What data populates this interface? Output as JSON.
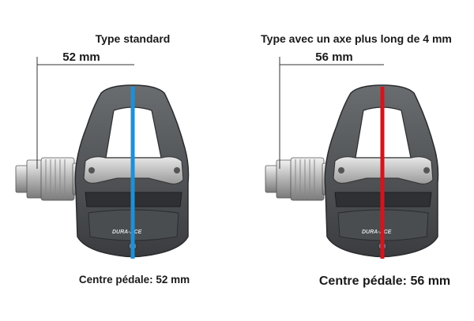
{
  "left": {
    "title": "Type standard",
    "dimension": "52 mm",
    "caption": "Centre pédale: 52 mm",
    "axis_color": "#1e90d8",
    "brand_text": "DURA-ACE"
  },
  "right": {
    "title": "Type avec un axe plus long de 4 mm",
    "dimension": "56 mm",
    "caption": "Centre pédale: 56 mm",
    "axis_color": "#d7141a",
    "brand_text": "DURA-ACE"
  }
}
